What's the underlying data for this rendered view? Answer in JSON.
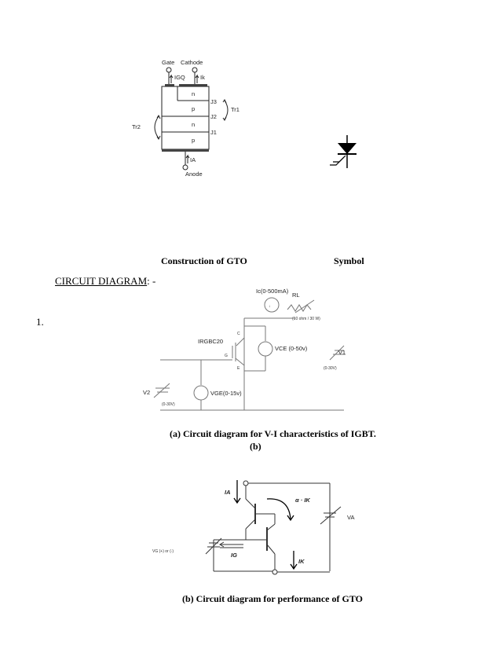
{
  "gto_construction": {
    "gate_label": "Gate",
    "cathode_label": "Cathode",
    "igq_label": "IGQ",
    "ik_label": "Ik",
    "layers": [
      "n",
      "p",
      "n",
      "p"
    ],
    "junctions": [
      "J3",
      "J2",
      "J1"
    ],
    "tr1_label": "Tr1",
    "tr2_label": "Tr2",
    "ia_label": "IA",
    "anode_label": "Anode"
  },
  "captions": {
    "construction": "Construction of GTO",
    "symbol": "Symbol"
  },
  "section": {
    "heading": "CIRCUIT DIAGRAM",
    "heading_suffix": ": -",
    "item_number": "1."
  },
  "igbt_circuit": {
    "ic_meter": "Ic(0-500mA)",
    "rl": "RL",
    "rl_rating": "(10 ohm / 30 W)",
    "device": "IRGBC20",
    "c": "C",
    "g": "G",
    "e": "E",
    "vce_meter": "VCE (0-50v)",
    "v1": "V1",
    "v1_range": "(0-30V)",
    "v2": "V2",
    "v2_range": "(0-30V)",
    "vge_meter": "VGE(0-15v)",
    "caption_a": "(a) Circuit diagram for V-I characteristics of IGBT.",
    "caption_b": "(b)"
  },
  "gto_circuit": {
    "ia": "IA",
    "alpha_ik": "α · IK",
    "va": "VA",
    "vg": "VG (+) or (-)",
    "ig": "IG",
    "ik": "IK",
    "caption": "(b) Circuit diagram for performance of GTO"
  }
}
